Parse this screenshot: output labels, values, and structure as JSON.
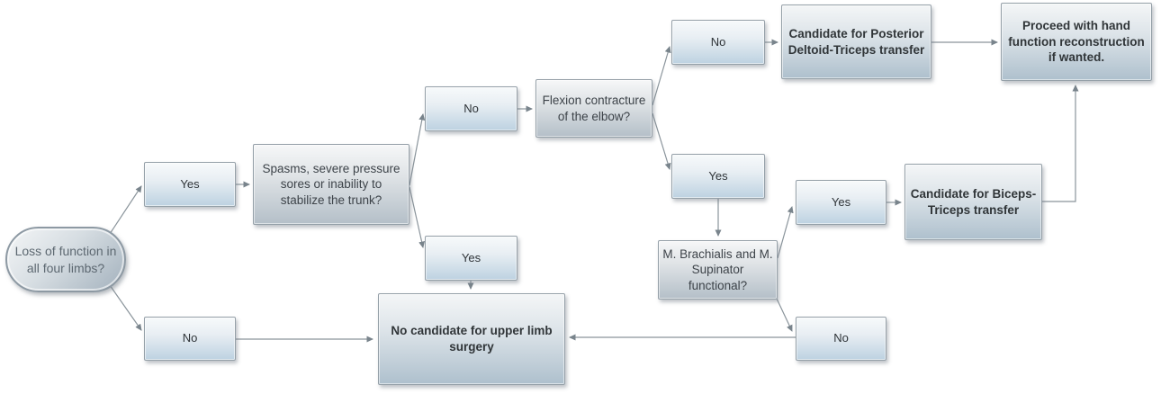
{
  "diagram": {
    "description": "Decision flowchart for upper limb surgery candidacy",
    "nodes": {
      "start": "Loss of function in all four limbs?",
      "yes_limbs": "Yes",
      "no_limbs": "No",
      "spasms": "Spasms, severe pressure sores or inability to stabilize the trunk?",
      "no_spasms": "No",
      "yes_spasms": "Yes",
      "flexion": "Flexion contracture of the elbow?",
      "no_flexion": "No",
      "yes_flexion": "Yes",
      "posterior": "Candidate for Posterior Deltoid-Triceps transfer",
      "proceed": "Proceed with hand function reconstruction if wanted.",
      "brachialis": "M. Brachialis and M. Supinator functional?",
      "yes_brachialis": "Yes",
      "no_brachialis": "No",
      "biceps": "Candidate for Biceps-Triceps transfer",
      "no_candidate": "No candidate for upper limb surgery"
    },
    "colors": {
      "answer_box_bottom": "#bdd2e1",
      "question_box_bottom": "#b4bfc8",
      "outcome_box_bottom": "#aec0cd",
      "box_top": "#f6f7f8",
      "border": "#95a0a8",
      "arrow": "#79848c",
      "text": "#3d4349",
      "background": "#ffffff"
    }
  }
}
